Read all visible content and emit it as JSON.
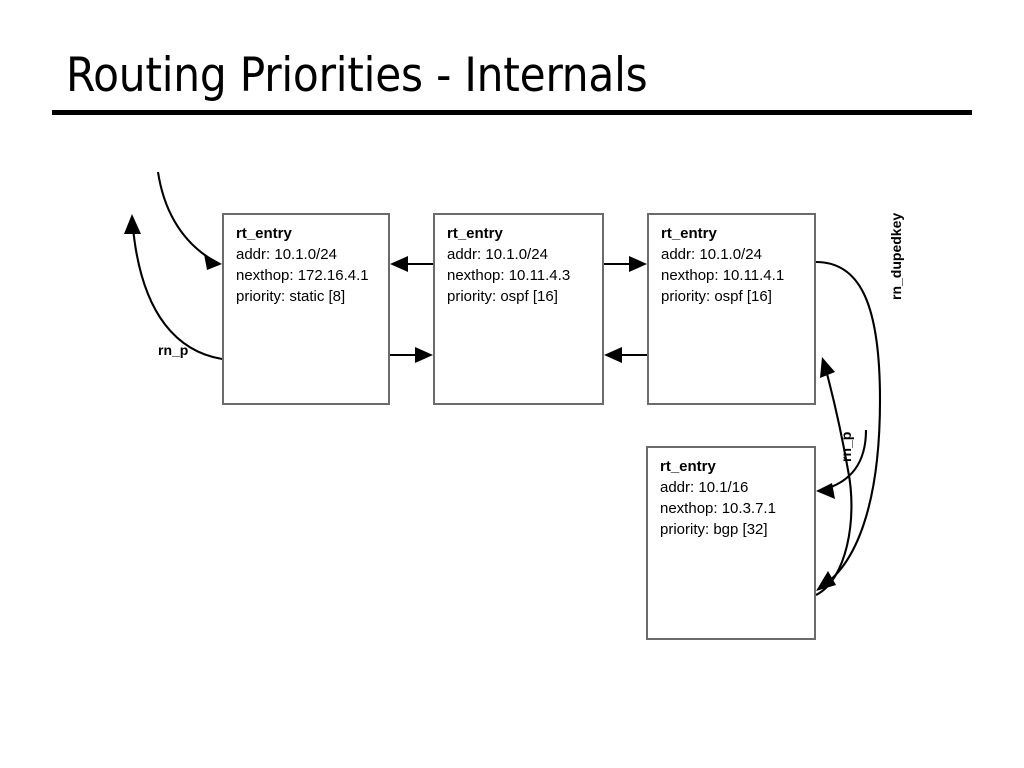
{
  "slide": {
    "title": "Routing Priorities - Internals",
    "background_color": "#ffffff",
    "title_rule_color": "#000000"
  },
  "diagram": {
    "type": "linked-list-structure",
    "box_border_color": "#6b6b6b",
    "nodes": [
      {
        "id": "box1",
        "struct": "rt_entry",
        "fields": [
          "addr: 10.1.0/24",
          "nexthop: 172.16.4.1",
          "priority: static [8]"
        ]
      },
      {
        "id": "box2",
        "struct": "rt_entry",
        "fields": [
          "addr: 10.1.0/24",
          "nexthop: 10.11.4.3",
          "priority: ospf [16]"
        ]
      },
      {
        "id": "box3",
        "struct": "rt_entry",
        "fields": [
          "addr: 10.1.0/24",
          "nexthop: 10.11.4.1",
          "priority: ospf [16]"
        ]
      },
      {
        "id": "box4",
        "struct": "rt_entry",
        "fields": [
          "addr: 10.1/16",
          "nexthop: 10.3.7.1",
          "priority: bgp [32]"
        ]
      }
    ],
    "edge_labels": {
      "rn_p_left": "rn_p",
      "rn_dupedkey": "rn_dupedkey",
      "rn_p_right": "rn_p"
    }
  }
}
